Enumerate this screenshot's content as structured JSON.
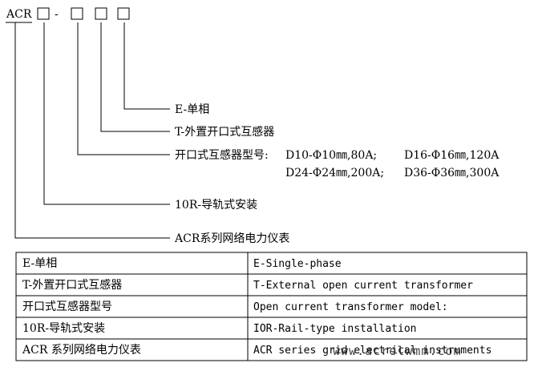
{
  "model": {
    "prefix": "ACR",
    "separator": "-"
  },
  "callouts": [
    {
      "label": "E-单相"
    },
    {
      "label": "T-外置开口式互感器"
    },
    {
      "label": "开口式互感器型号:",
      "specs": [
        [
          "D10-Φ10㎜,80A;",
          "D16-Φ16㎜,120A"
        ],
        [
          "D24-Φ24㎜,200A;",
          "D36-Φ36㎜,300A"
        ]
      ]
    },
    {
      "label": "10R-导轨式安装"
    },
    {
      "label": "ACR系列网络电力仪表"
    }
  ],
  "table": {
    "rows": [
      [
        "E-单相",
        "E-Single-phase"
      ],
      [
        "T-外置开口式互感器",
        "T-External open current transformer"
      ],
      [
        "开口式互感器型号",
        "Open current transformer model:"
      ],
      [
        "10R-导轨式安装",
        "IOR-Rail-type installation"
      ],
      [
        "ACR 系列网络电力仪表",
        "ACR series grid electrical instruments"
      ]
    ]
  },
  "watermark": "www.acrelwmm.com"
}
